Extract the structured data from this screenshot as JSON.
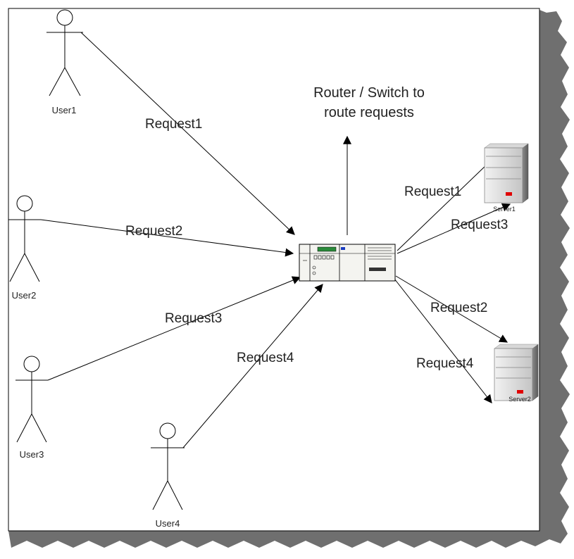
{
  "diagram": {
    "title_lines": [
      "Router / Switch to",
      "route requests"
    ],
    "users": [
      {
        "id": "user1",
        "label": "User1"
      },
      {
        "id": "user2",
        "label": "User2"
      },
      {
        "id": "user3",
        "label": "User3"
      },
      {
        "id": "user4",
        "label": "User4"
      }
    ],
    "servers": [
      {
        "id": "server1",
        "label": "Server1"
      },
      {
        "id": "server2",
        "label": "Server2"
      }
    ],
    "edges": [
      {
        "id": "u1",
        "label": "Request1",
        "from": "User1",
        "to": "Router"
      },
      {
        "id": "u2",
        "label": "Request2",
        "from": "User2",
        "to": "Router"
      },
      {
        "id": "u3",
        "label": "Request3",
        "from": "User3",
        "to": "Router"
      },
      {
        "id": "u4",
        "label": "Request4",
        "from": "User4",
        "to": "Router"
      },
      {
        "id": "s1a",
        "label": "Request1",
        "from": "Router",
        "to": "Server1"
      },
      {
        "id": "s1b",
        "label": "Request3",
        "from": "Router",
        "to": "Server1"
      },
      {
        "id": "s2a",
        "label": "Request2",
        "from": "Router",
        "to": "Server2"
      },
      {
        "id": "s2b",
        "label": "Request4",
        "from": "Router",
        "to": "Server2"
      }
    ]
  }
}
